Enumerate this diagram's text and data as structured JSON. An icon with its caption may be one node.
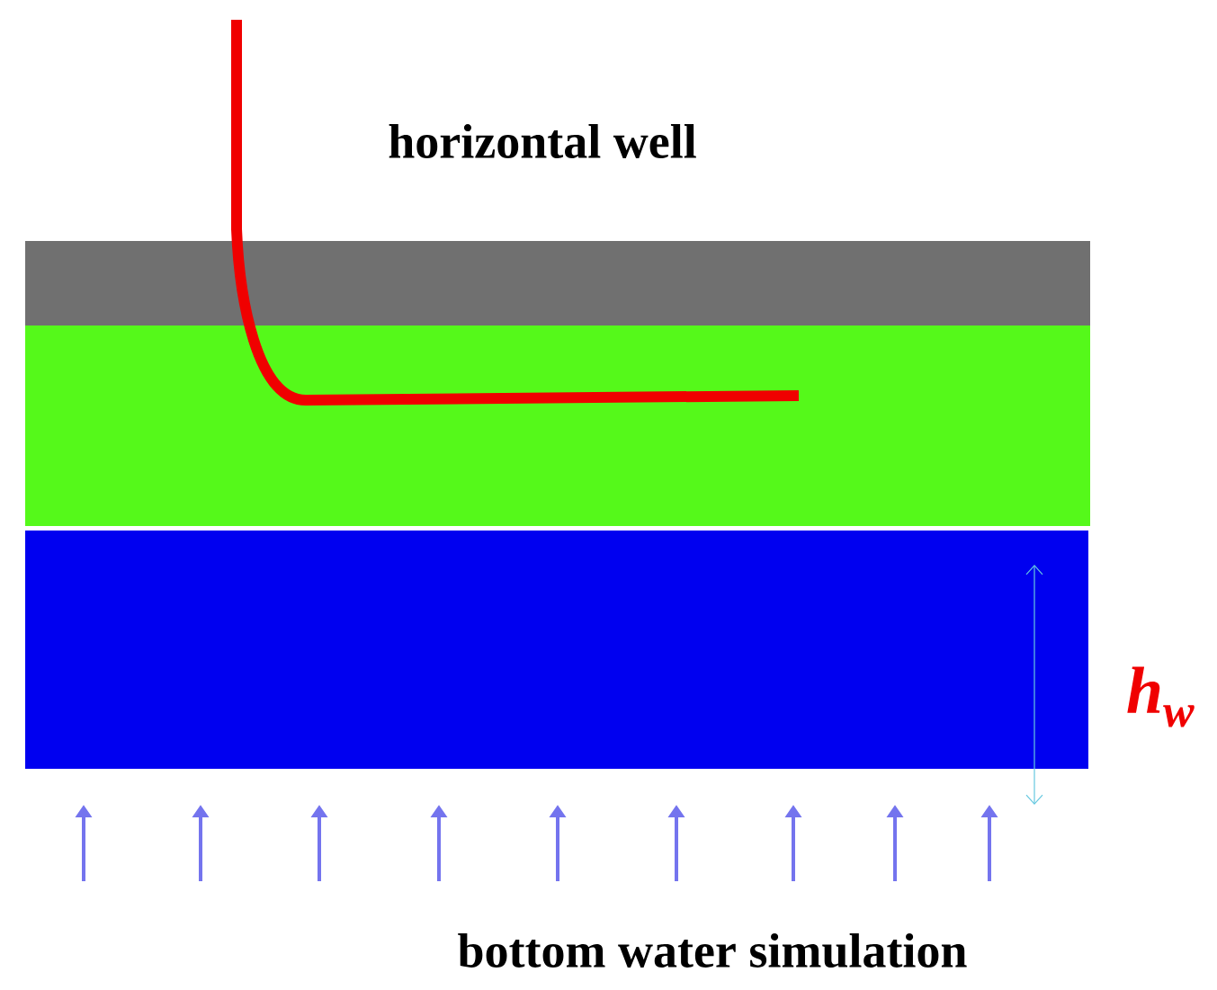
{
  "diagram": {
    "labels": [
      "horizontal well",
      "h$_{w}$",
      "bottom water simulation"
    ]
  }
}
